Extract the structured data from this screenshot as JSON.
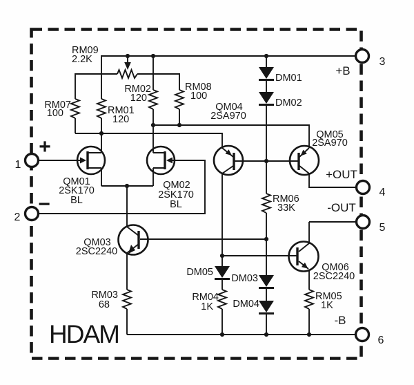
{
  "module": {
    "name": "HDAM"
  },
  "pins": [
    {
      "number": "1",
      "label": "+"
    },
    {
      "number": "2",
      "label": "−"
    },
    {
      "number": "3",
      "label": "+B"
    },
    {
      "number": "4",
      "label": "+OUT"
    },
    {
      "number": "5",
      "label": "-OUT"
    },
    {
      "number": "6",
      "label": "-B"
    }
  ],
  "components": {
    "rm01": {
      "ref": "RM01",
      "value": "120"
    },
    "rm02": {
      "ref": "RM02",
      "value": "120"
    },
    "rm03": {
      "ref": "RM03",
      "value": "68"
    },
    "rm04": {
      "ref": "RM04",
      "value": "1K"
    },
    "rm05": {
      "ref": "RM05",
      "value": "1K"
    },
    "rm06": {
      "ref": "RM06",
      "value": "33K"
    },
    "rm07": {
      "ref": "RM07",
      "value": "100"
    },
    "rm08": {
      "ref": "RM08",
      "value": "100"
    },
    "rm09": {
      "ref": "RM09",
      "value": "2.2K"
    },
    "qm01": {
      "ref": "QM01",
      "part": "2SK170",
      "grade": "BL"
    },
    "qm02": {
      "ref": "QM02",
      "part": "2SK170",
      "grade": "BL"
    },
    "qm03": {
      "ref": "QM03",
      "part": "2SC2240"
    },
    "qm04": {
      "ref": "QM04",
      "part": "2SA970"
    },
    "qm05": {
      "ref": "QM05",
      "part": "2SA970"
    },
    "qm06": {
      "ref": "QM06",
      "part": "2SC2240"
    },
    "dm01": {
      "ref": "DM01"
    },
    "dm02": {
      "ref": "DM02"
    },
    "dm03": {
      "ref": "DM03"
    },
    "dm04": {
      "ref": "DM04"
    },
    "dm05": {
      "ref": "DM05"
    }
  }
}
